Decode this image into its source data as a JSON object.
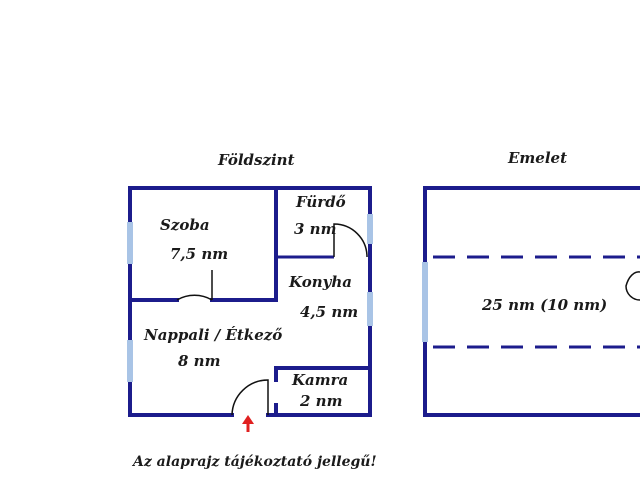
{
  "plan": {
    "ground_floor": {
      "heading": "Földszint",
      "rooms": {
        "szoba": {
          "name": "Szoba",
          "area": "7,5 nm"
        },
        "furdo": {
          "name": "Fürdő",
          "area": "3 nm"
        },
        "konyha": {
          "name": "Konyha",
          "area": "4,5 nm"
        },
        "nappali": {
          "name": "Nappali / Étkező",
          "area": "8 nm"
        },
        "kamra": {
          "name": "Kamra",
          "area": "2 nm"
        }
      }
    },
    "upper_floor": {
      "heading": "Emelet",
      "area": "25 nm (10 nm)"
    },
    "note": "Az alaprajz tájékoztató jellegű!",
    "colors": {
      "wall": "#1c1c8c",
      "window": "#a9c4e6",
      "entrance_arrow": "#e02020"
    }
  }
}
